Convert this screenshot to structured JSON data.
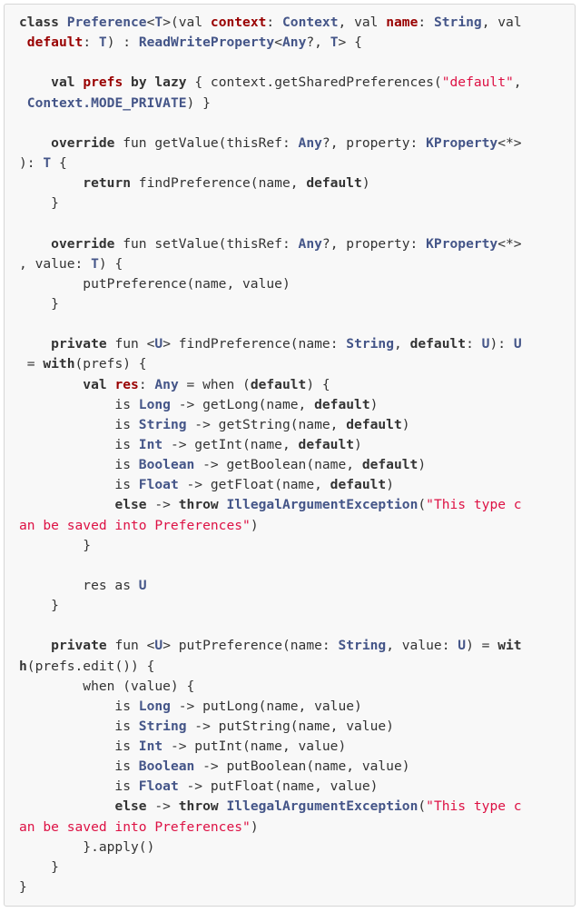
{
  "code": {
    "lines": [
      [
        [
          "keyword",
          "class "
        ],
        [
          "type",
          "Preference"
        ],
        [
          "plain",
          "<"
        ],
        [
          "type",
          "T"
        ],
        [
          "plain",
          ">(val "
        ],
        [
          "name",
          "context"
        ],
        [
          "plain",
          ": "
        ],
        [
          "type",
          "Context"
        ],
        [
          "plain",
          ", val "
        ],
        [
          "name",
          "name"
        ],
        [
          "plain",
          ": "
        ],
        [
          "type",
          "String"
        ],
        [
          "plain",
          ", val"
        ]
      ],
      [
        [
          "plain",
          " "
        ],
        [
          "name",
          "default"
        ],
        [
          "plain",
          ": "
        ],
        [
          "type",
          "T"
        ],
        [
          "plain",
          ") : "
        ],
        [
          "type",
          "ReadWriteProperty"
        ],
        [
          "plain",
          "<"
        ],
        [
          "type",
          "Any"
        ],
        [
          "plain",
          "?, "
        ],
        [
          "type",
          "T"
        ],
        [
          "plain",
          "> {"
        ]
      ],
      [],
      [
        [
          "plain",
          "    "
        ],
        [
          "keyword",
          "val "
        ],
        [
          "name",
          "prefs "
        ],
        [
          "keyword",
          "by lazy"
        ],
        [
          "plain",
          " { context.getSharedPreferences("
        ],
        [
          "string",
          "\"default\""
        ],
        [
          "plain",
          ","
        ]
      ],
      [
        [
          "plain",
          " "
        ],
        [
          "type",
          "Context.MODE_PRIVATE"
        ],
        [
          "plain",
          ") }"
        ]
      ],
      [],
      [
        [
          "plain",
          "    "
        ],
        [
          "keyword",
          "override"
        ],
        [
          "plain",
          " fun getValue(thisRef: "
        ],
        [
          "type",
          "Any"
        ],
        [
          "plain",
          "?, property: "
        ],
        [
          "type",
          "KProperty"
        ],
        [
          "plain",
          "<*>"
        ]
      ],
      [
        [
          "plain",
          "): "
        ],
        [
          "type",
          "T"
        ],
        [
          "plain",
          " {"
        ]
      ],
      [
        [
          "plain",
          "        "
        ],
        [
          "keyword",
          "return"
        ],
        [
          "plain",
          " findPreference(name, "
        ],
        [
          "keyword",
          "default"
        ],
        [
          "plain",
          ")"
        ]
      ],
      [
        [
          "plain",
          "    }"
        ]
      ],
      [],
      [
        [
          "plain",
          "    "
        ],
        [
          "keyword",
          "override"
        ],
        [
          "plain",
          " fun setValue(thisRef: "
        ],
        [
          "type",
          "Any"
        ],
        [
          "plain",
          "?, property: "
        ],
        [
          "type",
          "KProperty"
        ],
        [
          "plain",
          "<*>"
        ]
      ],
      [
        [
          "plain",
          ", value: "
        ],
        [
          "type",
          "T"
        ],
        [
          "plain",
          ") {"
        ]
      ],
      [
        [
          "plain",
          "        putPreference(name, value)"
        ]
      ],
      [
        [
          "plain",
          "    }"
        ]
      ],
      [],
      [
        [
          "plain",
          "    "
        ],
        [
          "keyword",
          "private"
        ],
        [
          "plain",
          " fun <"
        ],
        [
          "type",
          "U"
        ],
        [
          "plain",
          "> findPreference(name: "
        ],
        [
          "type",
          "String"
        ],
        [
          "plain",
          ", "
        ],
        [
          "keyword",
          "default"
        ],
        [
          "plain",
          ": "
        ],
        [
          "type",
          "U"
        ],
        [
          "plain",
          "): "
        ],
        [
          "type",
          "U"
        ]
      ],
      [
        [
          "plain",
          " = "
        ],
        [
          "keyword",
          "with"
        ],
        [
          "plain",
          "(prefs) {"
        ]
      ],
      [
        [
          "plain",
          "        "
        ],
        [
          "keyword",
          "val "
        ],
        [
          "name",
          "res"
        ],
        [
          "plain",
          ": "
        ],
        [
          "type",
          "Any"
        ],
        [
          "plain",
          " = when ("
        ],
        [
          "keyword",
          "default"
        ],
        [
          "plain",
          ") {"
        ]
      ],
      [
        [
          "plain",
          "            is "
        ],
        [
          "type",
          "Long"
        ],
        [
          "plain",
          " -> getLong(name, "
        ],
        [
          "keyword",
          "default"
        ],
        [
          "plain",
          ")"
        ]
      ],
      [
        [
          "plain",
          "            is "
        ],
        [
          "type",
          "String"
        ],
        [
          "plain",
          " -> getString(name, "
        ],
        [
          "keyword",
          "default"
        ],
        [
          "plain",
          ")"
        ]
      ],
      [
        [
          "plain",
          "            is "
        ],
        [
          "type",
          "Int"
        ],
        [
          "plain",
          " -> getInt(name, "
        ],
        [
          "keyword",
          "default"
        ],
        [
          "plain",
          ")"
        ]
      ],
      [
        [
          "plain",
          "            is "
        ],
        [
          "type",
          "Boolean"
        ],
        [
          "plain",
          " -> getBoolean(name, "
        ],
        [
          "keyword",
          "default"
        ],
        [
          "plain",
          ")"
        ]
      ],
      [
        [
          "plain",
          "            is "
        ],
        [
          "type",
          "Float"
        ],
        [
          "plain",
          " -> getFloat(name, "
        ],
        [
          "keyword",
          "default"
        ],
        [
          "plain",
          ")"
        ]
      ],
      [
        [
          "plain",
          "            "
        ],
        [
          "keyword",
          "else"
        ],
        [
          "plain",
          " -> "
        ],
        [
          "keyword",
          "throw"
        ],
        [
          "plain",
          " "
        ],
        [
          "type",
          "IllegalArgumentException"
        ],
        [
          "plain",
          "("
        ],
        [
          "string",
          "\"This type c"
        ]
      ],
      [
        [
          "string",
          "an be saved into Preferences\""
        ],
        [
          "plain",
          ")"
        ]
      ],
      [
        [
          "plain",
          "        }"
        ]
      ],
      [],
      [
        [
          "plain",
          "        res as "
        ],
        [
          "type",
          "U"
        ]
      ],
      [
        [
          "plain",
          "    }"
        ]
      ],
      [],
      [
        [
          "plain",
          "    "
        ],
        [
          "keyword",
          "private"
        ],
        [
          "plain",
          " fun <"
        ],
        [
          "type",
          "U"
        ],
        [
          "plain",
          "> putPreference(name: "
        ],
        [
          "type",
          "String"
        ],
        [
          "plain",
          ", value: "
        ],
        [
          "type",
          "U"
        ],
        [
          "plain",
          ") = "
        ],
        [
          "keyword",
          "wit"
        ]
      ],
      [
        [
          "keyword",
          "h"
        ],
        [
          "plain",
          "(prefs.edit()) {"
        ]
      ],
      [
        [
          "plain",
          "        when (value) {"
        ]
      ],
      [
        [
          "plain",
          "            is "
        ],
        [
          "type",
          "Long"
        ],
        [
          "plain",
          " -> putLong(name, value)"
        ]
      ],
      [
        [
          "plain",
          "            is "
        ],
        [
          "type",
          "String"
        ],
        [
          "plain",
          " -> putString(name, value)"
        ]
      ],
      [
        [
          "plain",
          "            is "
        ],
        [
          "type",
          "Int"
        ],
        [
          "plain",
          " -> putInt(name, value)"
        ]
      ],
      [
        [
          "plain",
          "            is "
        ],
        [
          "type",
          "Boolean"
        ],
        [
          "plain",
          " -> putBoolean(name, value)"
        ]
      ],
      [
        [
          "plain",
          "            is "
        ],
        [
          "type",
          "Float"
        ],
        [
          "plain",
          " -> putFloat(name, value)"
        ]
      ],
      [
        [
          "plain",
          "            "
        ],
        [
          "keyword",
          "else"
        ],
        [
          "plain",
          " -> "
        ],
        [
          "keyword",
          "throw"
        ],
        [
          "plain",
          " "
        ],
        [
          "type",
          "IllegalArgumentException"
        ],
        [
          "plain",
          "("
        ],
        [
          "string",
          "\"This type c"
        ]
      ],
      [
        [
          "string",
          "an be saved into Preferences\""
        ],
        [
          "plain",
          ")"
        ]
      ],
      [
        [
          "plain",
          "        }.apply()"
        ]
      ],
      [
        [
          "plain",
          "    }"
        ]
      ],
      [
        [
          "plain",
          "}"
        ]
      ]
    ]
  },
  "colors": {
    "background": "#f8f8f8",
    "border": "#d6d6d6",
    "text": "#333333",
    "type": "#445588",
    "name": "#990000",
    "string": "#dd1144"
  }
}
